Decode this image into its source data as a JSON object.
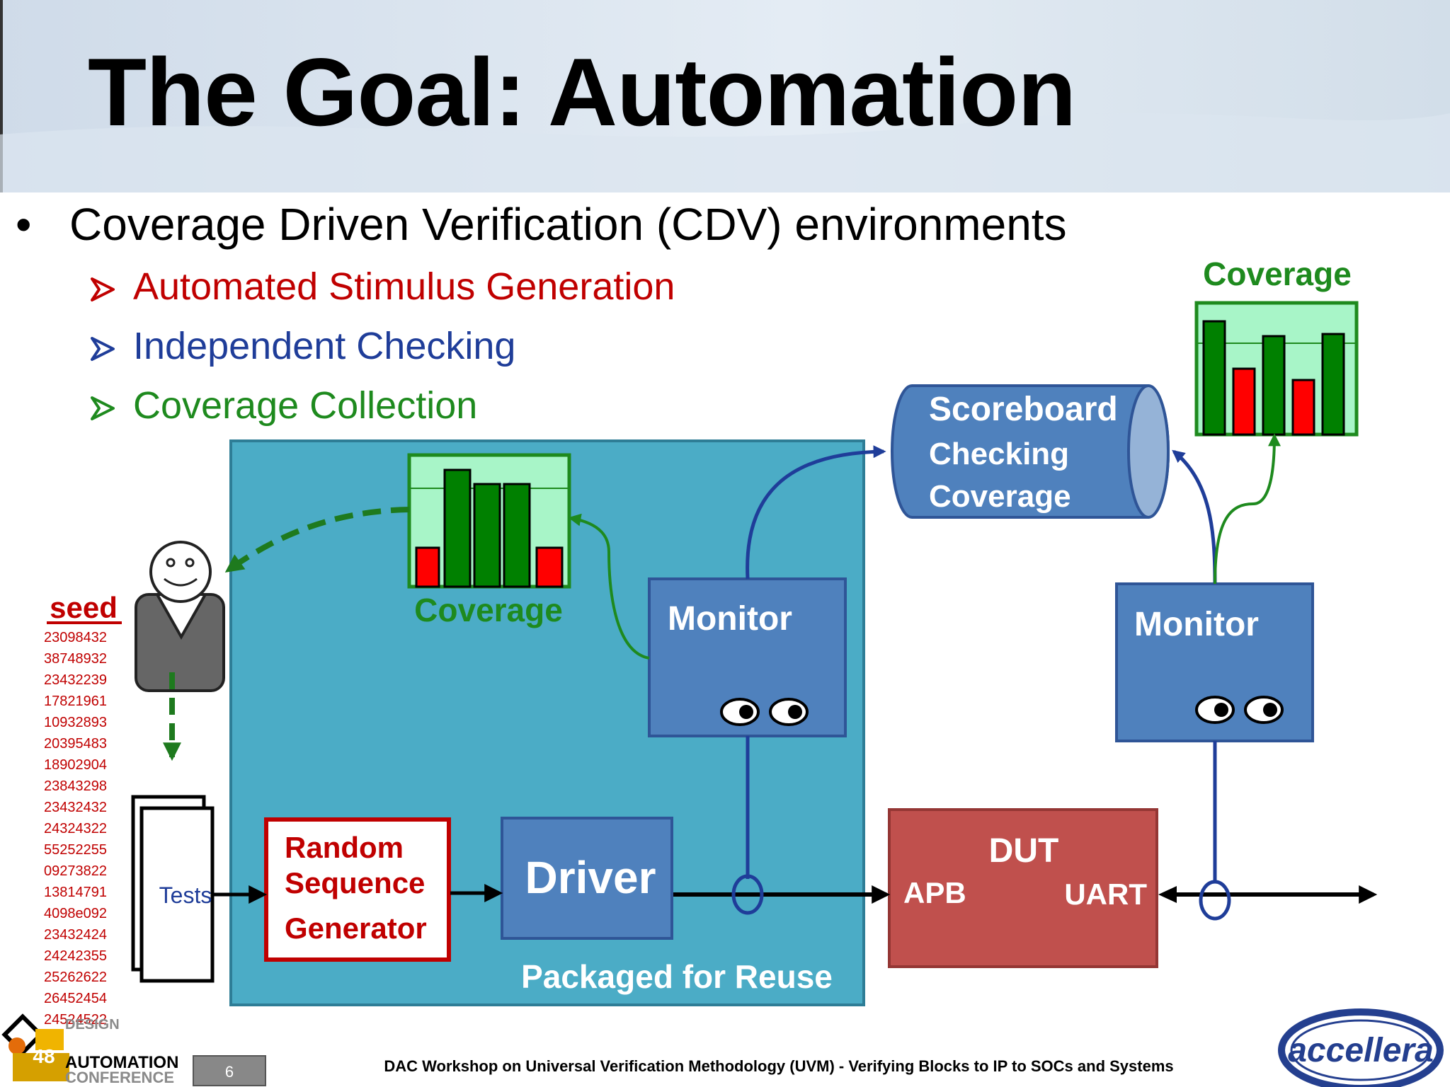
{
  "slide": {
    "title": "The Goal: Automation",
    "bullet": "Coverage Driven Verification (CDV) environments",
    "subbullets": [
      {
        "text": "Automated Stimulus Generation",
        "color": "#c00000"
      },
      {
        "text": "Independent Checking",
        "color": "#1f3d99"
      },
      {
        "text": "Coverage Collection",
        "color": "#1e8a1e"
      }
    ]
  },
  "diagram": {
    "seed_label": "seed",
    "seeds": [
      "23098432",
      "38748932",
      "23432239",
      "17821961",
      "10932893",
      "20395483",
      "18902904",
      "23843298",
      "23432432",
      "24324322",
      "55252255",
      "09273822",
      "13814791",
      "4098e092",
      "23432424",
      "24242355",
      "25262622",
      "26452454",
      "24524522"
    ],
    "tests_label": "Tests",
    "sequence_generator_lines": [
      "Random",
      "Sequence",
      "Generator"
    ],
    "driver_label": "Driver",
    "monitor_label_1": "Monitor",
    "monitor_label_2": "Monitor",
    "coverage_label_inner": "Coverage",
    "coverage_label_outer": "Coverage",
    "scoreboard_lines": [
      "Scoreboard",
      "Checking",
      "Coverage"
    ],
    "dut_label": "DUT",
    "dut_apb": "APB",
    "dut_uart": "UART",
    "packaged_label": "Packaged for Reuse",
    "colors": {
      "env_fill": "#4bacc6",
      "block_fill": "#4f81bd",
      "dut_fill": "#c0504d",
      "cov_bg": "#a8f5c8",
      "bar_green": "#008000",
      "bar_red": "#ff0000",
      "seed_red": "#c00000"
    }
  },
  "footer": {
    "dac_logo_lines": [
      "DESIGN",
      "AUTOMATION",
      "CONFERENCE"
    ],
    "dac_number": "48",
    "page_number": "6",
    "text": "DAC Workshop on Universal Verification Methodology (UVM) - Verifying Blocks to IP to SOCs and Systems",
    "accellera_logo": "accellera"
  }
}
